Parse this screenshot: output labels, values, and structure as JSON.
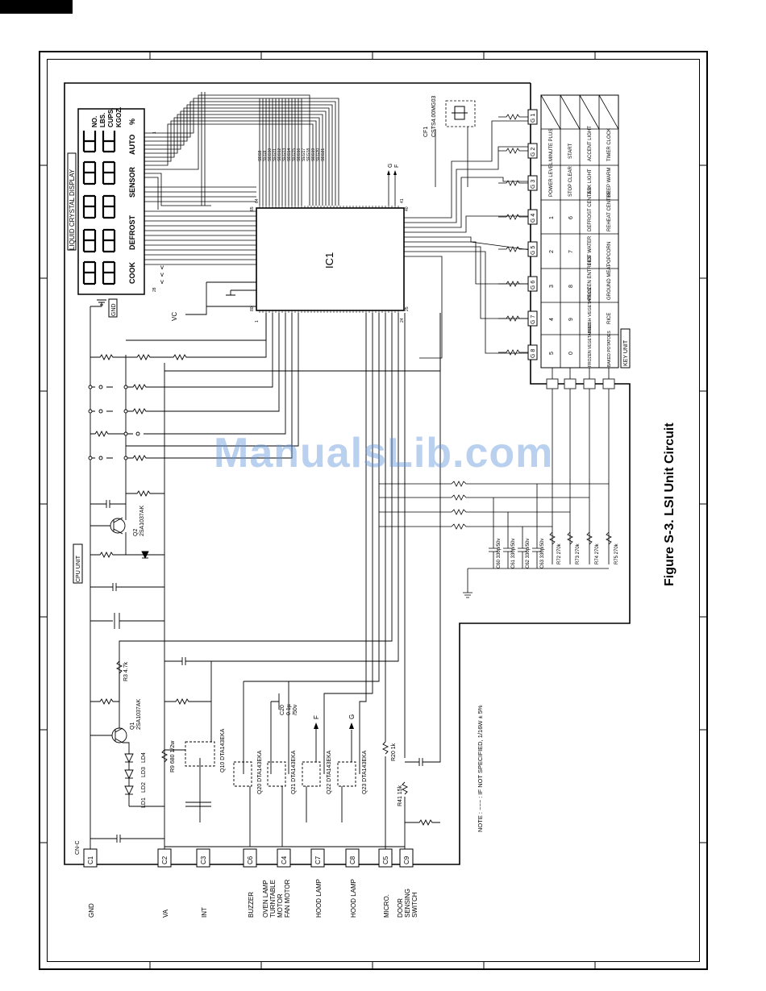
{
  "figure": {
    "caption": "Figure S-3. LSI Unit Circuit",
    "watermark": "ManualsLib.com",
    "note": "NOTE :  ~~~ : IF NOT SPECIFIED, 1/16W ± 5%"
  },
  "display": {
    "title": "LIQUID CRYSTAL DISPLAY",
    "indicators_top": [
      "NO.",
      "LBS.",
      "CUPS.",
      "KGOZ."
    ],
    "indicators_bottom": [
      "COOK",
      "DEFROST",
      "SENSOR",
      "AUTO",
      "%"
    ],
    "pin_first": "1",
    "pin_last": "28"
  },
  "ic": {
    "name": "IC1",
    "pin_tl": "65",
    "pin_tr": "64",
    "pin_right_top": "41",
    "pin_right_mid": "40",
    "pin_bottom_right": "25",
    "pin_bottom_left": "24",
    "pin_left_bottom": "80",
    "pin_left_top": "1",
    "seg_labels": [
      "SEG8",
      "SEG9",
      "SEG10",
      "SEG11",
      "SEG12",
      "SEG13",
      "SEG14",
      "SEG15",
      "SEG16",
      "SEG17",
      "SEG18",
      "SEG19",
      "SEG20",
      "SEG21"
    ],
    "gf_labels": [
      "G",
      "F"
    ]
  },
  "oscillator": {
    "ref": "CF1",
    "part": "CSTS4.00MG03"
  },
  "units": {
    "cpu": "CPU UNIT",
    "key": "KEY UNIT",
    "gnd": "GND",
    "vc": "VC"
  },
  "components": {
    "q2": {
      "ref": "Q2",
      "part": "2SA1037AK"
    },
    "q1": {
      "ref": "Q1",
      "part": "2SA1037AK"
    },
    "r3": "R3 4.7k",
    "r9": "R9 680 1/2w",
    "q10": "Q10 DTA143EKA",
    "q20": "Q20 DTA143EKA",
    "q21": "Q21 DTA143EKA",
    "q22": "Q22 DTA143EKA",
    "q23": "Q23 DTA143EKA",
    "c20": [
      "C20",
      "0.1µ",
      "/50v"
    ],
    "r20": "R20 1k",
    "r41": "R41 15k",
    "leds": [
      "LD1",
      "LD2",
      "LD3",
      "LD4"
    ],
    "caps": [
      "C60 330p/50v",
      "C61 330p/50v",
      "C62 330p/50v",
      "C63 330p/50v"
    ],
    "resistors": [
      "R72 270k",
      "R73 270k",
      "R74 270k",
      "R75 270k"
    ],
    "out_f": "F",
    "out_g": "G"
  },
  "connector": {
    "name": "CN-C",
    "pins": [
      "C1",
      "C2",
      "C3",
      "C6",
      "C4",
      "C7",
      "C8",
      "C5",
      "C9"
    ],
    "functions": [
      [
        "GND"
      ],
      [
        "VA"
      ],
      [
        "INT"
      ],
      [
        "BUZZER"
      ],
      [
        "OVEN LAMP",
        "TURNTABLE",
        "MOTOR",
        "FAN MOTOR"
      ],
      [
        "HOOD LAMP"
      ],
      [
        "HOOD LAMP"
      ],
      [
        "MICRO."
      ],
      [
        "DOOR",
        "SENSING",
        "SWITCH"
      ]
    ]
  },
  "keypad": {
    "g_labels": [
      "G 1",
      "G 2",
      "G 3",
      "G 4",
      "G 5",
      "G 6",
      "G 7",
      "G 8"
    ],
    "rows": [
      [
        "",
        "",
        "",
        ""
      ],
      [
        "MINUTE PLUS",
        "START",
        "ACCENT LIGHT",
        "TIMER CLOCK"
      ],
      [
        "POWER LEVEL",
        "STOP CLEAR",
        "TASK LIGHT",
        "KEEP WARM"
      ],
      [
        "1",
        "6",
        "DEFROST CENTER",
        "REHEAT CENTER"
      ],
      [
        "2",
        "7",
        "HOT WATER",
        "POPCORN"
      ],
      [
        "3",
        "8",
        "FROZEN ENTREES",
        "GROUND MEAT"
      ],
      [
        "4",
        "9",
        "FRESH VEGETABLES",
        "RICE"
      ],
      [
        "5",
        "0",
        "FROZEN VEGETABLES",
        "BAKED POTATOES"
      ]
    ]
  }
}
